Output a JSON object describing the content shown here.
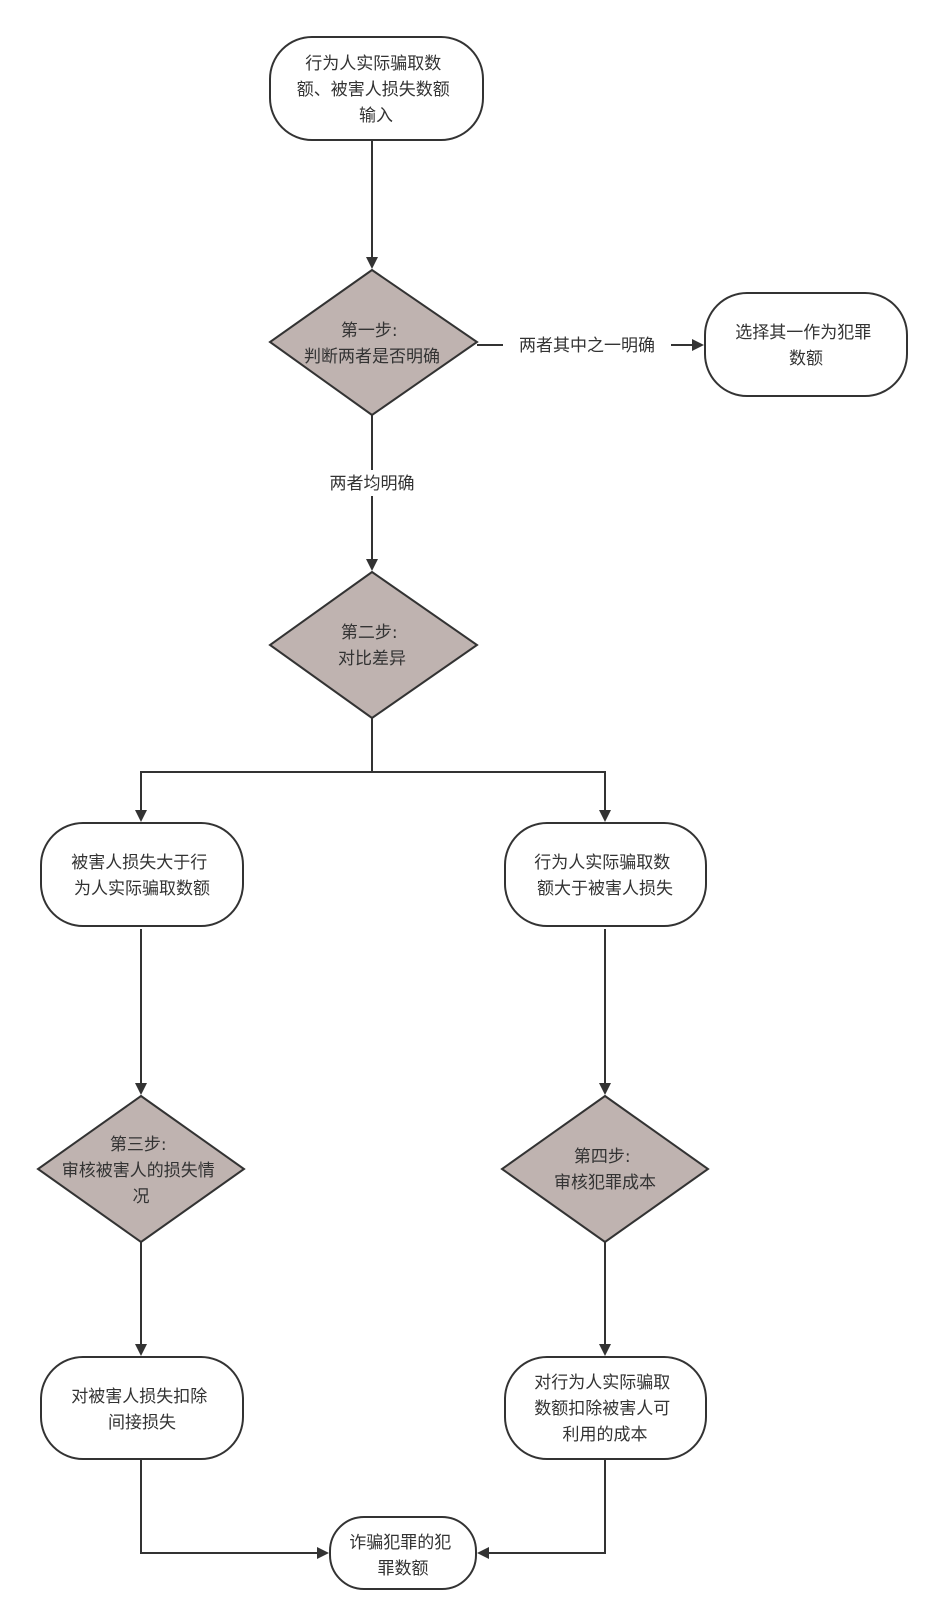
{
  "colors": {
    "stroke": "#333333",
    "terminal_fill": "#ffffff",
    "decision_fill": "#bfb3b0",
    "text": "#333333",
    "background": "#ffffff"
  },
  "nodes": {
    "input": {
      "lines": [
        "行为人实际骗取数",
        "额、被害人损失数额",
        "输入"
      ]
    },
    "step1": {
      "lines": [
        "第一步:",
        "判断两者是否明确"
      ]
    },
    "select_one": {
      "lines": [
        "选择其一作为犯罪",
        "数额"
      ]
    },
    "step2": {
      "lines": [
        "第二步:",
        "对比差异"
      ]
    },
    "victim_loss_greater": {
      "lines": [
        "被害人损失大于行",
        "为人实际骗取数额"
      ]
    },
    "actor_amount_greater": {
      "lines": [
        "行为人实际骗取数",
        "额大于被害人损失"
      ]
    },
    "step3": {
      "lines": [
        "第三步:",
        "审核被害人的损失情",
        "况"
      ]
    },
    "step4": {
      "lines": [
        "第四步:",
        "审核犯罪成本"
      ]
    },
    "deduct_indirect": {
      "lines": [
        "对被害人损失扣除",
        "间接损失"
      ]
    },
    "deduct_cost": {
      "lines": [
        "对行为人实际骗取",
        "数额扣除被害人可",
        "利用的成本"
      ]
    },
    "result": {
      "lines": [
        "诈骗犯罪的犯",
        "罪数额"
      ]
    }
  },
  "edges": {
    "one_clear": "两者其中之一明确",
    "both_clear": "两者均明确"
  }
}
